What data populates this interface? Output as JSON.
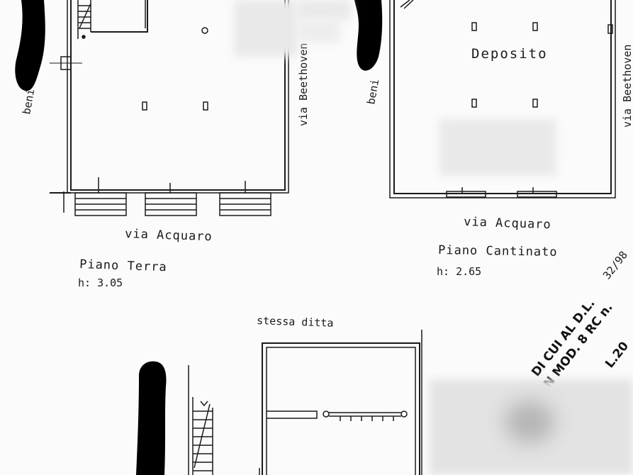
{
  "plan_ground": {
    "street_bottom": "via Acquaro",
    "street_right": "via Beethoven",
    "street_left": "beni",
    "floor_name": "Piano Terra",
    "height": "h: 3.05"
  },
  "plan_basement": {
    "room_label": "Deposito",
    "street_bottom": "via Acquaro",
    "street_right": "via Beethoven",
    "street_left": "beni",
    "floor_name": "Piano Cantinato",
    "height": "h: 2.65"
  },
  "plan_lower": {
    "owner_note": "stessa ditta"
  },
  "stamp": {
    "line1": "DI CUI AL D.L.",
    "line2": "N MOD. 8 RC n.",
    "number": "32/98",
    "extra": "L.20"
  },
  "colors": {
    "ink": "#1a1a1a",
    "paper": "#fbfbfb",
    "redaction": "#000000"
  }
}
